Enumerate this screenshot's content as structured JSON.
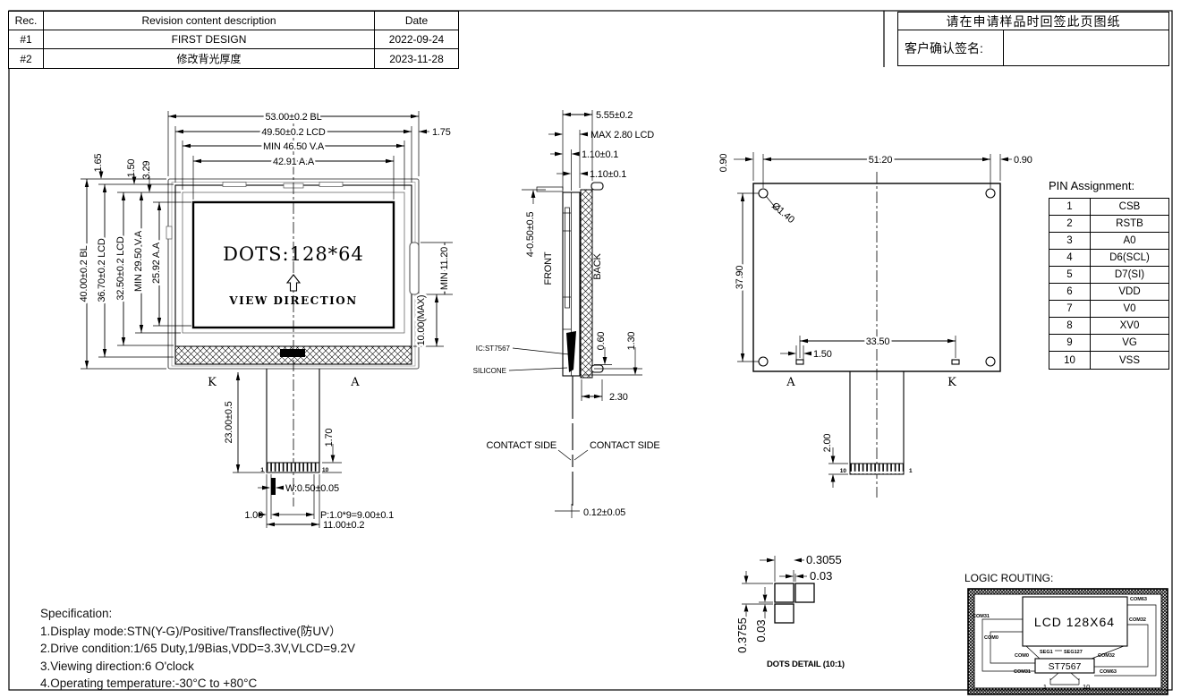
{
  "revision_table": {
    "headers": [
      "Rec.",
      "Revision content description",
      "Date"
    ],
    "rows": [
      [
        "#1",
        "FIRST DESIGN",
        "2022-09-24"
      ],
      [
        "#2",
        "修改背光厚度",
        "2023-11-28"
      ]
    ]
  },
  "signature_box": {
    "title": "请在申请样品时回签此页图纸",
    "label": "客户确认签名:"
  },
  "front_view": {
    "display_text": "DOTS:128*64",
    "view_direction": "VIEW DIRECTION",
    "dim_bl_width": "53.00±0.2 BL",
    "dim_lcd_width": "49.50±0.2 LCD",
    "dim_va_width": "MIN 46.50 V.A",
    "dim_aa_width": "42.91 A.A",
    "dim_right_gap": "1.75",
    "dim_gap_165": "1.65",
    "dim_gap_150": "1.50",
    "dim_gap_329": "3.29",
    "dim_bl_height": "40.00±0.2 BL",
    "dim_lcd_height": "36.70±0.2 LCD",
    "dim_lcd_height_2": "32.50±0.2 LCD",
    "dim_va_height": "MIN 29.50 V.A",
    "dim_aa_height": "25.92 A.A",
    "dim_tab_height": "MIN 11.20",
    "dim_tab_offset": "10.00(MAX)",
    "label_k": "K",
    "label_a": "A",
    "dim_fpc_length": "23.00±0.5",
    "dim_pin_exposed": "1.70",
    "dim_pin_width": "W:0.50±0.05",
    "dim_pin_margin": "1.00",
    "dim_pin_pitch": "P:1.0*9=9.00±0.1",
    "dim_fpc_width": "11.00±0.2",
    "pin_first": "1",
    "pin_last": "10"
  },
  "side_view": {
    "dim_total": "5.55±0.2",
    "dim_lcd": "MAX 2.80 LCD",
    "dim_glass_top": "1.10±0.1",
    "dim_glass_bottom": "1.10±0.1",
    "dim_tabs": "4-0.50±0.5",
    "label_front": "FRONT",
    "label_back": "BACK",
    "label_ic": "IC:ST7567",
    "label_silicone": "SILICONE",
    "dim_060": "0.60",
    "dim_130": "1.30",
    "dim_230": "2.30",
    "contact_left": "CONTACT SIDE",
    "contact_right": "CONTACT SIDE",
    "dim_fpc_thickness": "0.12±0.05"
  },
  "back_view": {
    "dim_left_margin": "0.90",
    "dim_width": "51.20",
    "dim_right_margin": "0.90",
    "dim_hole": "Ø1.40",
    "dim_height": "37.90",
    "dim_tab_span": "33.50",
    "dim_tab_width": "1.50",
    "label_a": "A",
    "label_k": "K",
    "dim_connector": "2.00",
    "pin_first": "10",
    "pin_last": "1"
  },
  "pin_table": {
    "title": "PIN Assignment:",
    "rows": [
      [
        "1",
        "CSB"
      ],
      [
        "2",
        "RSTB"
      ],
      [
        "3",
        "A0"
      ],
      [
        "4",
        "D6(SCL)"
      ],
      [
        "5",
        "D7(SI)"
      ],
      [
        "6",
        "VDD"
      ],
      [
        "7",
        "V0"
      ],
      [
        "8",
        "XV0"
      ],
      [
        "9",
        "VG"
      ],
      [
        "10",
        "VSS"
      ]
    ]
  },
  "dots_detail": {
    "dim_width": "0.3055",
    "dim_width_gap": "0.03",
    "dim_height": "0.3755",
    "dim_height_gap": "0.03",
    "caption": "DOTS DETAIL (10:1)"
  },
  "logic_routing": {
    "title": "LOGIC ROUTING:",
    "lcd_label": "LCD 128X64",
    "ic_label": "ST7567",
    "com31_left": "COM31",
    "com0_left": "COM0",
    "com63_top": "COM63",
    "com32_right": "COM32",
    "com0_mid": "COM0",
    "seg1": "SEG1",
    "seg127": "SEG127",
    "com32_mid": "COM32",
    "com31_bottom": "COM31",
    "com63_bottom": "COM63",
    "pin_first": "1",
    "pin_last": "10"
  },
  "specification": {
    "title": "Specification:",
    "line1": "1.Display mode:STN(Y-G)/Positive/Transflective(防UV）",
    "line2": "2.Drive condition:1/65 Duty,1/9Bias,VDD=3.3V,VLCD=9.2V",
    "line3": "3.Viewing direction:6 O'clock",
    "line4": "4.Operating temperature:-30°C to +80°C"
  }
}
